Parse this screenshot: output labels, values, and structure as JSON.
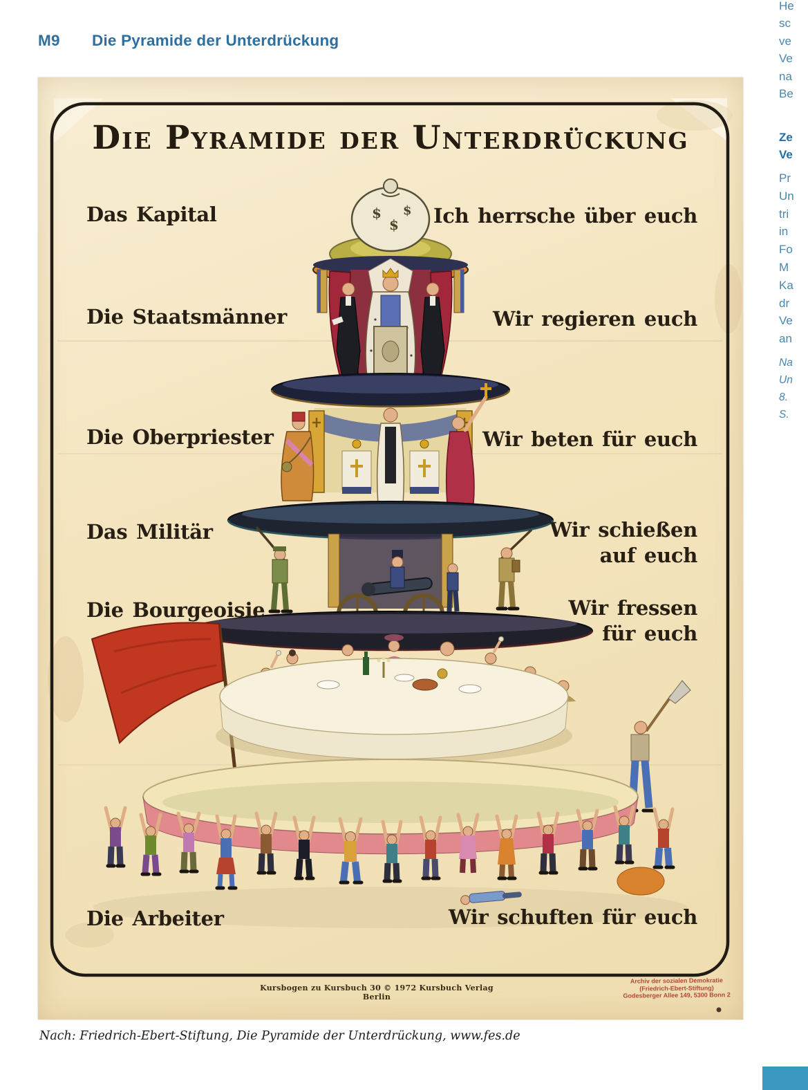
{
  "header": {
    "tag": "M9",
    "title": "Die Pyramide der Unterdrückung"
  },
  "poster": {
    "title": "Die Pyramide der Unterdrückung",
    "levels": [
      {
        "label": "Das Kapital",
        "caption": "Ich herrsche über euch"
      },
      {
        "label": "Die Staatsmänner",
        "caption": "Wir regieren euch"
      },
      {
        "label": "Die Oberpriester",
        "caption": "Wir beten für euch"
      },
      {
        "label": "Das Militär",
        "caption": "Wir schießen auf euch"
      },
      {
        "label": "Die Bourgeoisie",
        "caption": "Wir fressen für euch"
      },
      {
        "label": "Die Arbeiter",
        "caption": "Wir schuften für euch"
      }
    ],
    "imprint": "Kursbogen zu Kursbuch 30 © 1972 Kursbuch Verlag Berlin",
    "archive": [
      "Archiv der sozialen Demokratie",
      "(Friedrich-Ebert-Stiftung)",
      "Godesberger Allee 149, 5300 Bonn 2"
    ]
  },
  "caption": "Nach: Friedrich-Ebert-Stiftung, Die Pyramide der Unterdrückung, www.fes.de",
  "sidebar": {
    "para1": [
      "He",
      "sc",
      "ve",
      "Ve",
      "na",
      "Be"
    ],
    "heading": [
      "Ze",
      "Ve"
    ],
    "para2": [
      "Pr",
      "Un",
      "tri",
      "in",
      "Fo",
      "M",
      "Ka",
      "dr",
      "Ve",
      "an"
    ],
    "source": [
      "Na",
      "Un",
      "8.",
      "S."
    ]
  },
  "colors": {
    "accent_blue": "#2d6f9f",
    "sidebar_blue": "#4a86ad",
    "poster_paper": "#f4e6c2",
    "archive_red": "#b0483c",
    "corner_tab": "#3c99c2"
  }
}
